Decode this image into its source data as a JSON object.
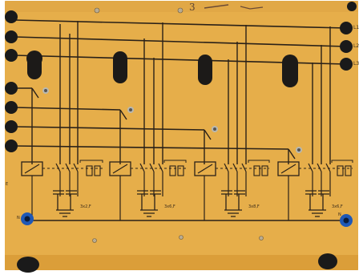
{
  "image": {
    "description_palette": {
      "panel": "#e6ae4a",
      "panel_dark": "#d99c36",
      "line": "#2a2118",
      "knob": "#1c1a18",
      "blue_terminal": "#1f58b6",
      "black_socket": "#1a1a1a"
    }
  },
  "labels": {
    "top_scribble": "3",
    "right_terminal_1": "L1",
    "right_terminal_2": "L2",
    "right_terminal_3": "L3",
    "capacitor_1": "3x2,F",
    "capacitor_2": "3x6,F",
    "capacitor_3": "3x8,F",
    "capacitor_4": "3x6,F",
    "left_blue_label": "N",
    "right_blue_label": "N",
    "left_edge_label": "E"
  }
}
